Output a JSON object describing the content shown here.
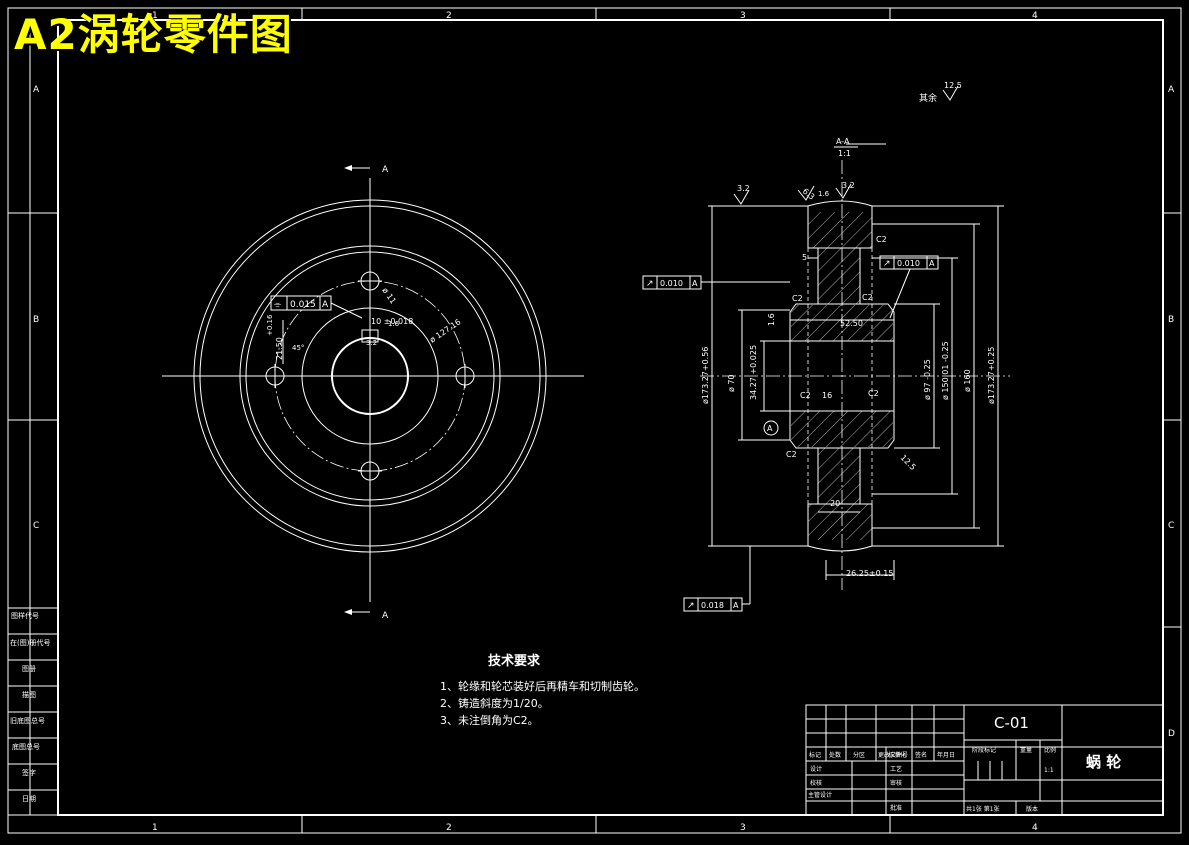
{
  "title": "A2涡轮零件图",
  "zone_columns": [
    "1",
    "2",
    "3",
    "4"
  ],
  "zone_rows": [
    "A",
    "B",
    "C",
    "D"
  ],
  "left_view": {
    "section_marker": "A",
    "flatness_box": {
      "symbol": "⌯",
      "value": "0.015",
      "datum": "A"
    },
    "dims": {
      "keyway": "10 ±0.018",
      "pcd": "ø 127.16",
      "hole": "ø 11",
      "r150": "21.50",
      "tol_16": "+0.16",
      "depth_45": "45°",
      "rough_32": "3.2",
      "rough_16": "1.6"
    }
  },
  "right_view": {
    "rest_roughness_label": "其余",
    "rest_roughness_value": "12.5",
    "section_label": "A-A",
    "scale_label": "1:1",
    "roughness": [
      "3.2",
      "1.6",
      "3.2"
    ],
    "chamfers": [
      "C2",
      "C2",
      "C2",
      "C2",
      "C2",
      "C2"
    ],
    "runout_boxes": [
      {
        "value": "0.010",
        "datum": "A"
      },
      {
        "value": "0.010",
        "datum": "A"
      },
      {
        "value": "0.018",
        "datum": "A"
      }
    ],
    "datum_label": "A",
    "dims": {
      "d70": "ø 70",
      "d34": "34.27 +0.025",
      "d_outer": "ø173.27+0.56",
      "d97": "ø 97 -0.25",
      "d150": "ø 150.01 -0.25",
      "d160": "ø 160",
      "d173": "ø173.27+0.25",
      "w52": "52.50",
      "w26": "26.25±0.15",
      "w20": "20",
      "w5": "5",
      "w16": "16",
      "r16": "1.6",
      "a12": "12.5",
      "t6": "6.3"
    }
  },
  "tech_requirements": {
    "heading": "技术要求",
    "items": [
      "1、轮缘和轮芯装好后再精车和切制齿轮。",
      "2、铸造斜度为1/20。",
      "3、未注倒角为C2。"
    ]
  },
  "left_strip": [
    "图样代号",
    "在(图)册代号",
    "图册",
    "描图",
    "旧底图总号",
    "底图总号",
    "签字",
    "日期"
  ],
  "title_block": {
    "drawing_no": "C-01",
    "part_name": "蜗  轮",
    "header_cells": [
      "标记",
      "处数",
      "分区",
      "更改文件号",
      "签名",
      "年月日"
    ],
    "rows_left": [
      "设计",
      "校核",
      "主管设计"
    ],
    "rows_mid": [
      "标准化",
      "工艺",
      "审核",
      "批准"
    ],
    "stage_label": "阶段标记",
    "weight_label": "重量",
    "scale_label": "比例",
    "scale_value": "1:1",
    "sheets": "共1张 第1张",
    "version": "版本"
  }
}
